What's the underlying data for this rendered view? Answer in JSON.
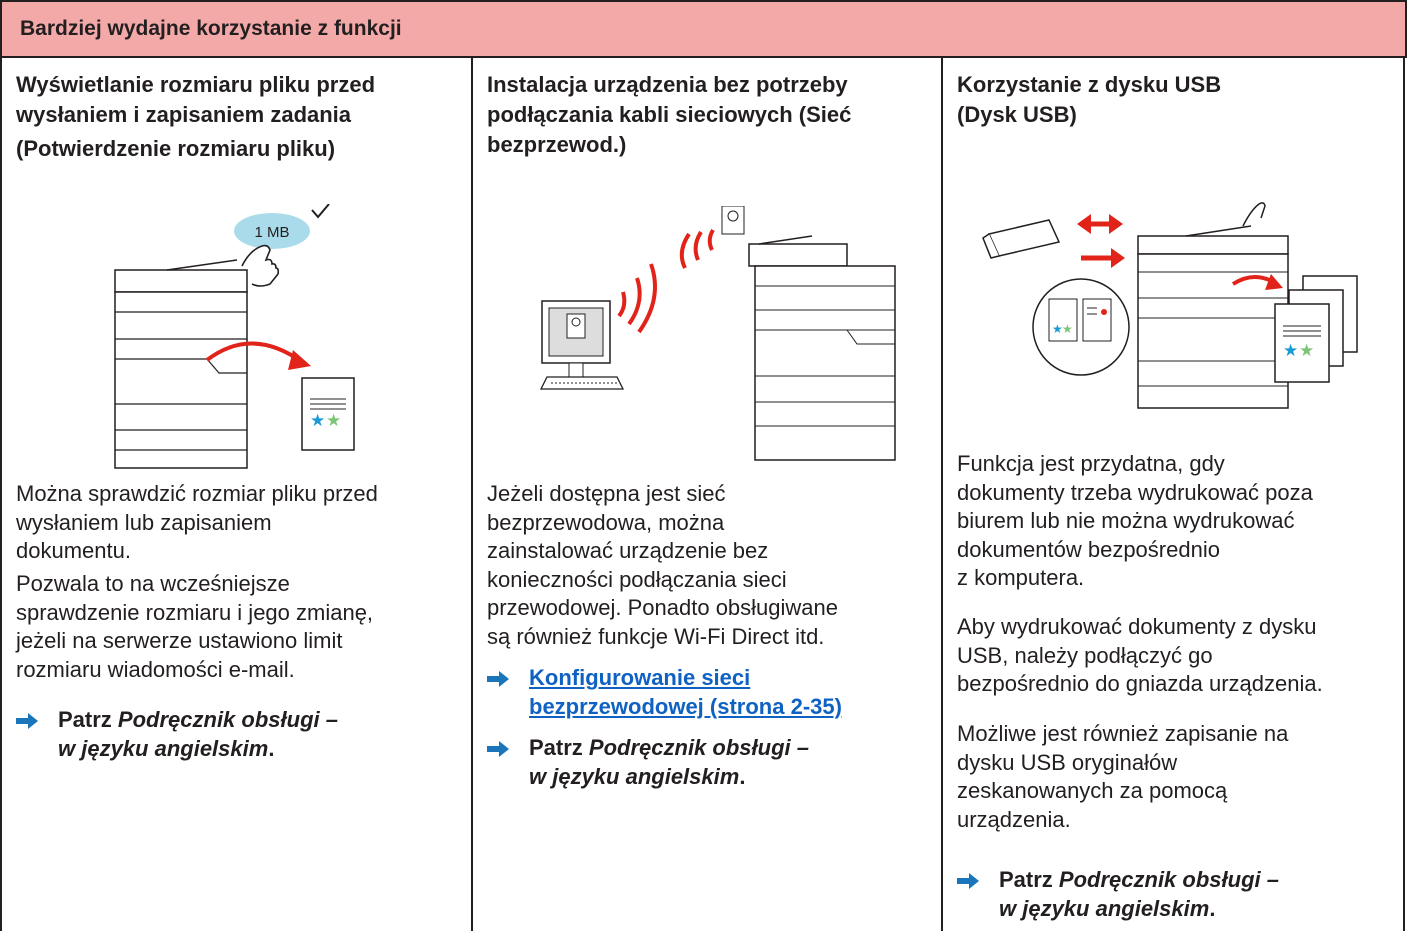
{
  "header": {
    "title": "Bardziej wydajne korzystanie z funkcji"
  },
  "columns": [
    {
      "title_lines": [
        "Wyświetlanie rozmiaru pliku przed",
        "wysłaniem i zapisaniem zadania"
      ],
      "subtitle": "(Potwierdzenie rozmiaru pliku)",
      "illustration_label": "1 MB",
      "paragraph1": [
        "Można sprawdzić rozmiar pliku przed",
        "wysłaniem lub zapisaniem",
        "dokumentu."
      ],
      "paragraph2": [
        "Pozwala to na wcześniejsze",
        "sprawdzenie rozmiaru i jego zmianę,",
        "jeżeli na serwerze ustawiono limit",
        "rozmiaru wiadomości e-mail."
      ],
      "ref": {
        "prefix": "Patrz ",
        "italic": "Podręcznik obsługi –",
        "line2_italic": "w języku angielskim",
        "line2_end": "."
      }
    },
    {
      "title_lines": [
        "Instalacja urządzenia bez potrzeby",
        "podłączania kabli sieciowych (Sieć",
        "bezprzewod.)"
      ],
      "paragraph1": [
        "Jeżeli dostępna jest sieć",
        "bezprzewodowa, można",
        "zainstalować urządzenie bez",
        "konieczności podłączania sieci",
        "przewodowej. Ponadto obsługiwane",
        "są również funkcje Wi-Fi Direct itd."
      ],
      "link": {
        "line1": "Konfigurowanie sieci ",
        "line2": "bezprzewodowej (strona 2-35)"
      },
      "ref": {
        "prefix": "Patrz ",
        "italic": "Podręcznik obsługi –",
        "line2_italic": "w języku angielskim",
        "line2_end": "."
      }
    },
    {
      "title_lines": [
        "Korzystanie z dysku USB",
        "(Dysk USB)"
      ],
      "paragraph1": [
        "Funkcja jest przydatna, gdy",
        "dokumenty trzeba wydrukować poza",
        "biurem lub nie można wydrukować",
        "dokumentów bezpośrednio",
        "z komputera."
      ],
      "paragraph2": [
        "Aby wydrukować dokumenty z dysku",
        "USB, należy podłączyć go",
        "bezpośrednio do gniazda urządzenia."
      ],
      "paragraph3": [
        "Możliwe jest również zapisanie na",
        "dysku USB oryginałów",
        "zeskanowanych za pomocą",
        "urządzenia."
      ],
      "ref": {
        "prefix": "Patrz ",
        "italic": "Podręcznik obsługi –",
        "line2_italic": "w języku angielskim",
        "line2_end": "."
      }
    }
  ],
  "colors": {
    "header_bg": "#f4a9a9",
    "link": "#0f62c2",
    "arrow": "#1b75bb",
    "accent_red": "#e2231a",
    "bubble": "#a9dbea"
  }
}
